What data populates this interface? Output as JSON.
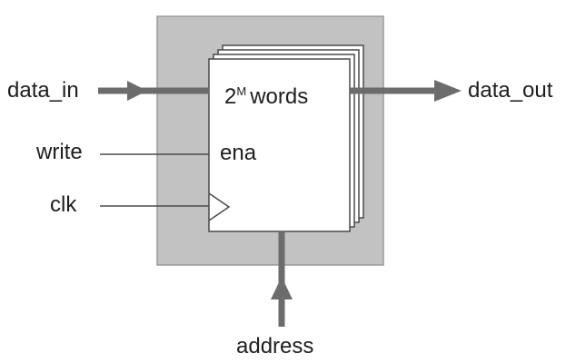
{
  "diagram": {
    "inputs": {
      "data_in": "data_in",
      "write": "write",
      "clk": "clk"
    },
    "outputs": {
      "data_out": "data_out"
    },
    "address_label": "address",
    "memory_block": {
      "size_base": "2",
      "size_exponent": "M",
      "size_unit": "words",
      "enable_port": "ena"
    },
    "colors": {
      "container_fill": "#c2c2c2",
      "container_stroke": "#9a9a9a",
      "page_fill": "#ffffff",
      "stroke": "#4a4a4a",
      "bus": "#6c6c6c",
      "text": "#1e1e1e"
    }
  }
}
